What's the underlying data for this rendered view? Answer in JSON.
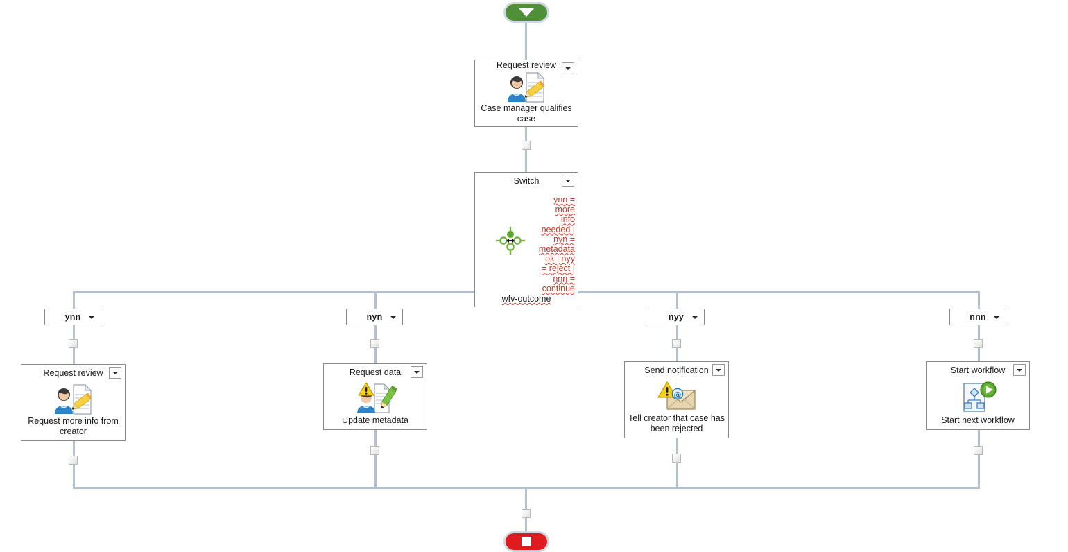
{
  "diagram": {
    "kind": "workflow-designer-canvas",
    "background_color": "#ffffff",
    "connector_color": "#b3c0d1",
    "node_border_color": "#8a8a8a",
    "start_color": "#4f8f38",
    "stop_color": "#e01b20",
    "spellcheck_color": "#c0392b"
  },
  "start_node": {
    "name": "start",
    "icon": "play-down-triangle-icon"
  },
  "stop_node": {
    "name": "stop",
    "icon": "stop-square-icon"
  },
  "nodes": {
    "request_review_top": {
      "title": "Request review",
      "caption": "Case manager qualifies case",
      "icon": "user-document-pencil-icon",
      "dropdown": "node-menu-chevron"
    },
    "switch": {
      "title": "Switch",
      "cases_text": "ynn = more info needed | nyn = metadata ok | nyy = reject | nnn = continue",
      "case_lines": [
        "ynn =",
        "more",
        "info",
        "needed |",
        "nyn =",
        "metadata",
        "ok | nyy",
        "= reject |",
        "nnn =",
        "continue"
      ],
      "footer": "wfv-outcome",
      "icon": "switch-router-icon",
      "dropdown": "node-menu-chevron"
    },
    "request_review_branch": {
      "title": "Request review",
      "caption": "Request more info from creator",
      "icon": "user-document-pencil-icon",
      "dropdown": "node-menu-chevron"
    },
    "request_data": {
      "title": "Request data",
      "caption": "Update metadata",
      "icon": "user-warning-document-pencil-icon",
      "dropdown": "node-menu-chevron"
    },
    "send_notification": {
      "title": "Send notification",
      "caption": "Tell creator that case has been rejected",
      "icon": "warning-email-envelope-icon",
      "dropdown": "node-menu-chevron"
    },
    "start_workflow": {
      "title": "Start workflow",
      "caption": "Start next workflow",
      "icon": "workflow-play-icon",
      "dropdown": "node-menu-chevron"
    }
  },
  "branches": [
    {
      "condition": "ynn",
      "target": "Request review"
    },
    {
      "condition": "nyn",
      "target": "Request data"
    },
    {
      "condition": "nyy",
      "target": "Send notification"
    },
    {
      "condition": "nnn",
      "target": "Start workflow"
    }
  ]
}
